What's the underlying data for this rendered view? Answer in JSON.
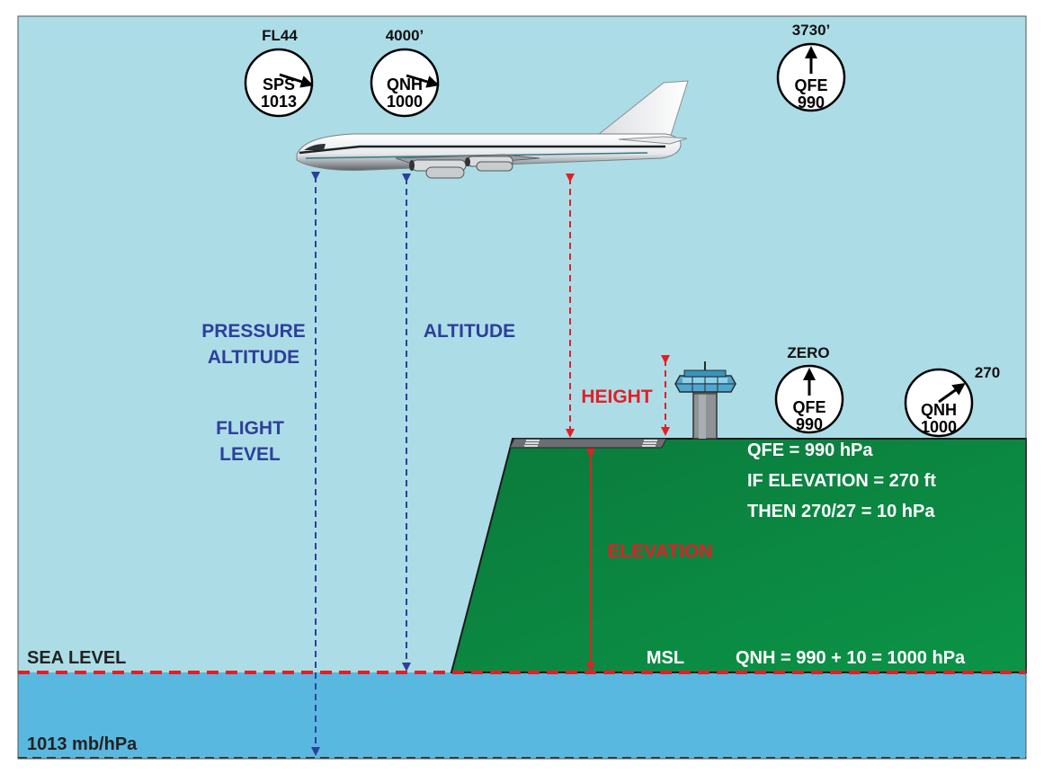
{
  "colors": {
    "sky": "#acdde7",
    "sea": "#59b8e0",
    "ground": "#0a8a43",
    "blue_label": "#2e3f9a",
    "red_label": "#e21f26",
    "white_text": "#ffffff",
    "dark_text": "#222222"
  },
  "labels": {
    "pressure_altitude_1": "PRESSURE",
    "pressure_altitude_2": "ALTITUDE",
    "altitude": "ALTITUDE",
    "flight_level_1": "FLIGHT",
    "flight_level_2": "LEVEL",
    "height": "HEIGHT",
    "elevation": "ELEVATION",
    "sea_level": "SEA LEVEL",
    "msl": "MSL",
    "bottom_pressure": "1013 mb/hPa"
  },
  "notes": {
    "qfe": "QFE = 990 hPa",
    "if_elevation": "IF ELEVATION = 270 ft",
    "then": "THEN 270/27 = 10 hPa",
    "qnh": "QNH = 990 + 10 = 1000 hPa"
  },
  "gauges": {
    "flight_level": {
      "reading": "FL44",
      "setting_name": "SPS",
      "setting_value": "1013"
    },
    "altitude": {
      "reading": "4000’",
      "setting_name": "QNH",
      "setting_value": "1000"
    },
    "height_air": {
      "reading": "3730’",
      "setting_name": "QFE",
      "setting_value": "990"
    },
    "height_ground": {
      "reading": "ZERO",
      "setting_name": "QFE",
      "setting_value": "990"
    },
    "elevation_ground": {
      "reading": "270",
      "setting_name": "QNH",
      "setting_value": "1000"
    }
  }
}
